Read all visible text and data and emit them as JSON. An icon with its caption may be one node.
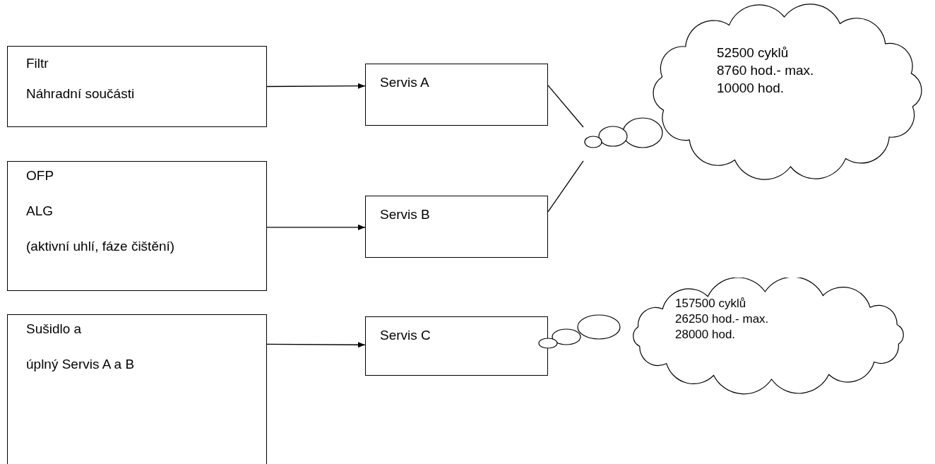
{
  "diagram": {
    "nodes": [
      {
        "text": [
          "Filtr",
          "Náhradní součásti"
        ]
      },
      {
        "text": [
          "Servis A"
        ]
      },
      {
        "text": [
          "52500 cyklů",
          "8760 hod.- max.",
          "10000 hod."
        ]
      },
      {
        "text": [
          "OFP",
          "ALG",
          "(aktivní uhlí, fáze čištění)"
        ]
      },
      {
        "text": [
          "Servis B"
        ]
      },
      {
        "text": [
          "Sušidlo a",
          "úplný Servis A a B"
        ]
      },
      {
        "text": [
          "Servis C"
        ]
      },
      {
        "text": [
          "157500 cyklů",
          "26250 hod.- max.",
          "28000 hod."
        ]
      }
    ],
    "edges": [
      {
        "from": 0,
        "to": 1,
        "arrow": "to"
      },
      {
        "from": 2,
        "to": 1,
        "arrow": "none"
      },
      {
        "from": 2,
        "to": 4,
        "arrow": "none"
      },
      {
        "from": 3,
        "to": 4,
        "arrow": "to"
      },
      {
        "from": 5,
        "to": 6,
        "arrow": "to"
      }
    ]
  }
}
